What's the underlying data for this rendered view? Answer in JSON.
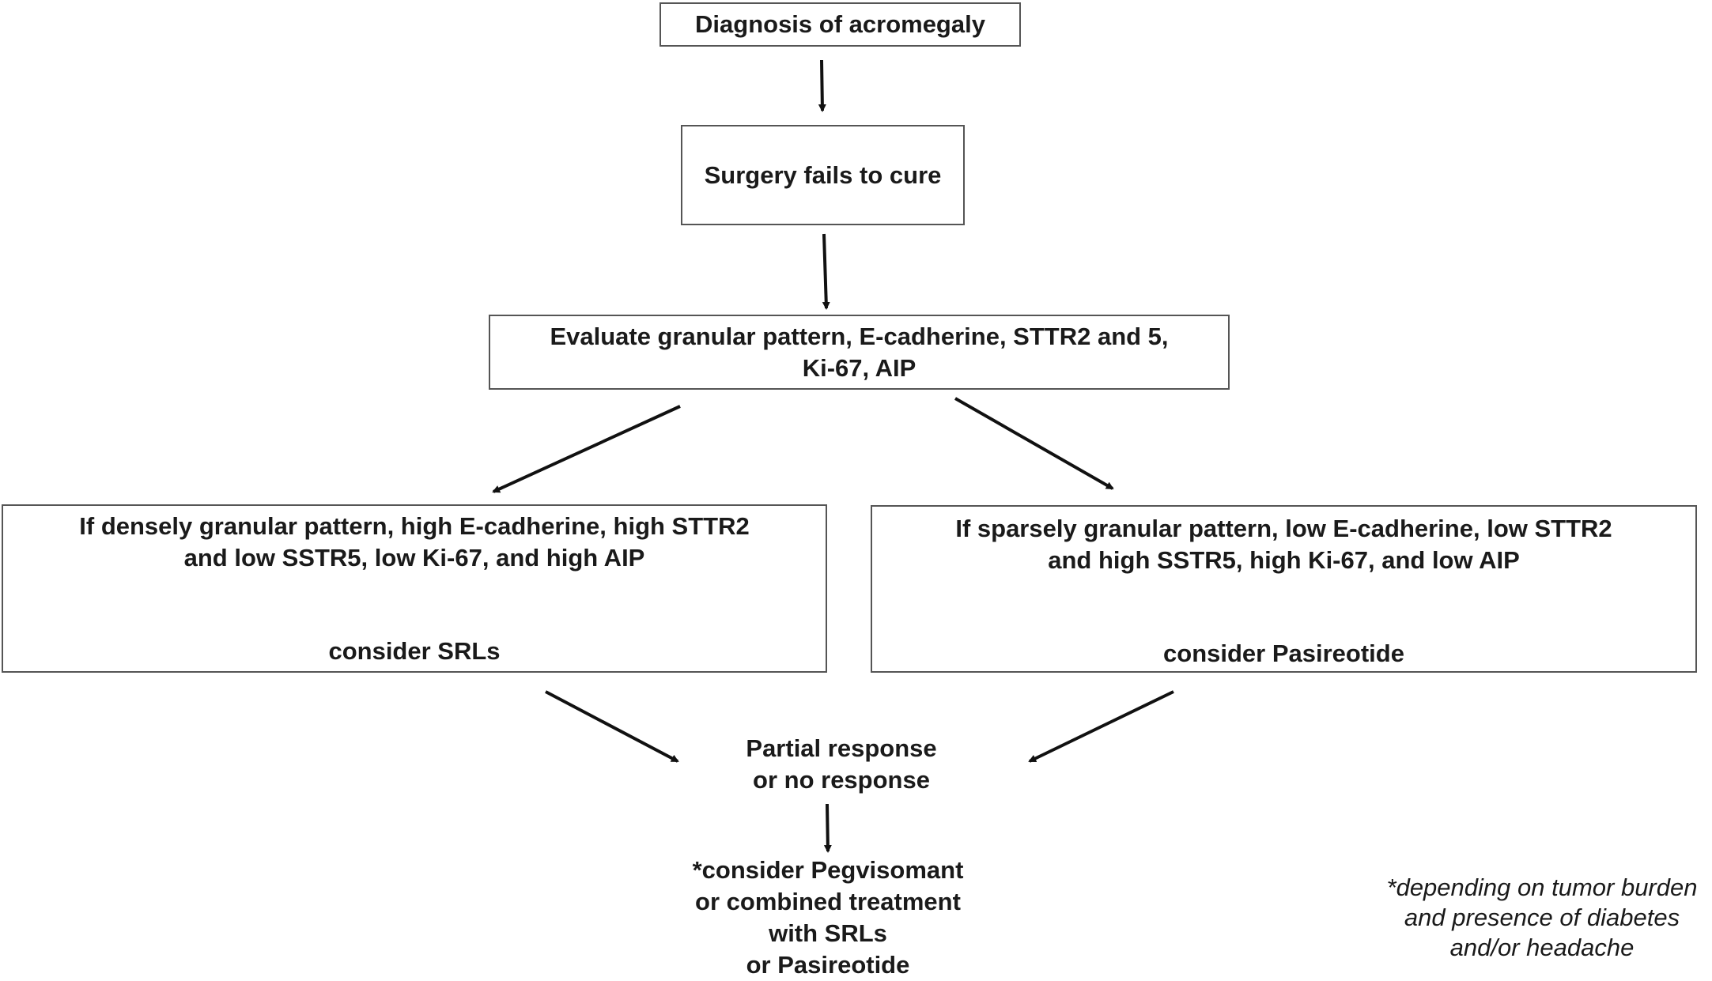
{
  "flowchart": {
    "diagnosis": "Diagnosis of acromegaly",
    "surgery": "Surgery fails to cure",
    "evaluate": {
      "line1": "Evaluate granular pattern, E-cadherine, STTR2 and 5,",
      "line2": "Ki-67, AIP"
    },
    "left_branch": {
      "line1": "If densely granular pattern, high E-cadherine, high STTR2",
      "line2": "and low SSTR5, low Ki-67, and high AIP",
      "action": "consider SRLs"
    },
    "right_branch": {
      "line1": "If sparsely granular pattern, low E-cadherine, low STTR2",
      "line2": "and high SSTR5, high Ki-67, and low AIP",
      "action": "consider Pasireotide"
    },
    "response": {
      "line1": "Partial response",
      "line2": "or no response"
    },
    "final": {
      "line1": "*consider  Pegvisomant",
      "line2": "or combined treatment",
      "line3": "with SRLs",
      "line4": "or Pasireotide"
    }
  },
  "footnote": {
    "line1": "*depending on tumor burden",
    "line2": "and presence of diabetes",
    "line3": "and/or headache"
  }
}
